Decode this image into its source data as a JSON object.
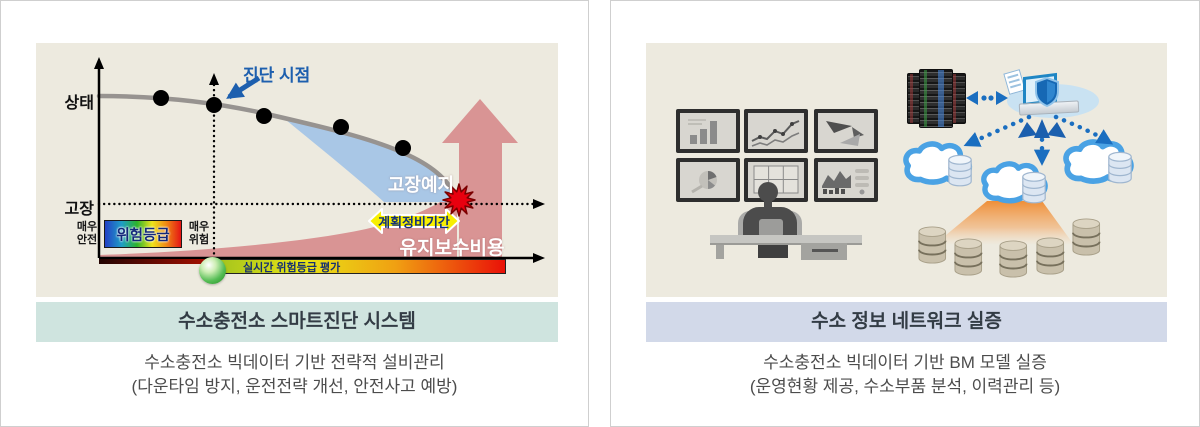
{
  "left_panel": {
    "title": "수소충전소 스마트진단 시스템",
    "subtitle_line1": "수소충전소 빅데이터 기반 전략적 설비관리",
    "subtitle_line2": "(다운타임 방지, 운전전략 개선, 안전사고 예방)",
    "diagram": {
      "y_axis_top_label": "상태",
      "y_axis_bottom_label": "고장",
      "diagnosis_point_label": "진단 시점",
      "failure_prediction_label": "고장예지",
      "planned_maintenance_label": "계획정비기간",
      "maintenance_cost_label": "유지보수비용",
      "risk_grade_label": "위험등급",
      "very_safe_label": "매우\n안전",
      "very_danger_label": "매우\n위험",
      "realtime_bar_label": "실시간 위험등급 평가"
    }
  },
  "right_panel": {
    "title": "수소 정보 네트워크 실증",
    "subtitle_line1": "수소충전소 빅데이터 기반 BM 모델 실증",
    "subtitle_line2": "(운영현황 제공, 수소부품 분석, 이력관리 등)",
    "icons": [
      "monitor-wall",
      "operator",
      "desk",
      "server-rack",
      "secure-laptop",
      "cloud-database",
      "data-beam",
      "database-stack"
    ]
  },
  "colors": {
    "beige_bg": "#edeadf",
    "left_title_bg": "#cfe4df",
    "right_title_bg": "#d2d9e9",
    "salmon_arrow": "#d99494",
    "blue_region": "#a9c7e6",
    "annotation_blue": "#1d5fae",
    "network_blue": "#1a6ec0",
    "cloud_blue": "#4aa2e4",
    "yellow_arrow": "#f7ef00",
    "starburst_red": "#e8000f",
    "beam_orange": "#ef8a2e"
  }
}
